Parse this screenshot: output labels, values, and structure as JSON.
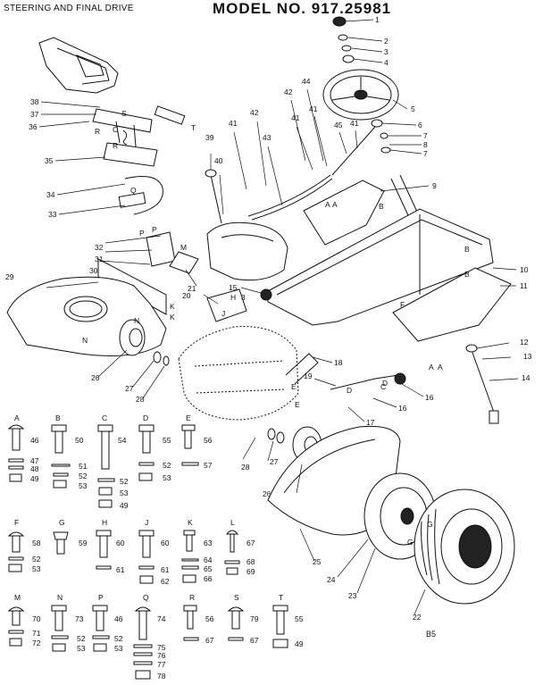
{
  "header": {
    "section_title": "STEERING AND FINAL DRIVE",
    "model_label": "MODEL NO. 917.25981"
  },
  "page_code": "B5",
  "callouts": [
    {
      "id": "c1",
      "text": "1"
    },
    {
      "id": "c2",
      "text": "2"
    },
    {
      "id": "c3",
      "text": "3"
    },
    {
      "id": "c4",
      "text": "4"
    },
    {
      "id": "c5",
      "text": "5"
    },
    {
      "id": "c6",
      "text": "6"
    },
    {
      "id": "c7a",
      "text": "7"
    },
    {
      "id": "c8",
      "text": "8"
    },
    {
      "id": "c7b",
      "text": "7"
    },
    {
      "id": "c9",
      "text": "9"
    },
    {
      "id": "c10",
      "text": "10"
    },
    {
      "id": "c11",
      "text": "11"
    },
    {
      "id": "c12",
      "text": "12"
    },
    {
      "id": "c13",
      "text": "13"
    },
    {
      "id": "c14",
      "text": "14"
    },
    {
      "id": "c15",
      "text": "15"
    },
    {
      "id": "c16a",
      "text": "16"
    },
    {
      "id": "c16b",
      "text": "16"
    },
    {
      "id": "c17",
      "text": "17"
    },
    {
      "id": "c18",
      "text": "18"
    },
    {
      "id": "c19",
      "text": "19"
    },
    {
      "id": "c20",
      "text": "20"
    },
    {
      "id": "c21",
      "text": "21"
    },
    {
      "id": "c22",
      "text": "22"
    },
    {
      "id": "c23",
      "text": "23"
    },
    {
      "id": "c24",
      "text": "24"
    },
    {
      "id": "c25",
      "text": "25"
    },
    {
      "id": "c26a",
      "text": "26"
    },
    {
      "id": "c26b",
      "text": "26"
    },
    {
      "id": "c27a",
      "text": "27"
    },
    {
      "id": "c27b",
      "text": "27"
    },
    {
      "id": "c28a",
      "text": "28"
    },
    {
      "id": "c28b",
      "text": "28"
    },
    {
      "id": "c29",
      "text": "29"
    },
    {
      "id": "c30",
      "text": "30"
    },
    {
      "id": "c31",
      "text": "31"
    },
    {
      "id": "c32",
      "text": "32"
    },
    {
      "id": "c33",
      "text": "33"
    },
    {
      "id": "c34",
      "text": "34"
    },
    {
      "id": "c35",
      "text": "35"
    },
    {
      "id": "c36",
      "text": "36"
    },
    {
      "id": "c37",
      "text": "37"
    },
    {
      "id": "c38",
      "text": "38"
    },
    {
      "id": "c39",
      "text": "39"
    },
    {
      "id": "c40",
      "text": "40"
    },
    {
      "id": "c41a",
      "text": "41"
    },
    {
      "id": "c41b",
      "text": "41"
    },
    {
      "id": "c41c",
      "text": "41"
    },
    {
      "id": "c41d",
      "text": "41"
    },
    {
      "id": "c42a",
      "text": "42"
    },
    {
      "id": "c42b",
      "text": "42"
    },
    {
      "id": "c43",
      "text": "43"
    },
    {
      "id": "c44",
      "text": "44"
    },
    {
      "id": "c45",
      "text": "45"
    }
  ],
  "diagram_letters": [
    {
      "id": "lA1",
      "text": "A"
    },
    {
      "id": "lA2",
      "text": "A"
    },
    {
      "id": "lA3",
      "text": "A"
    },
    {
      "id": "lA4",
      "text": "A"
    },
    {
      "id": "lB1",
      "text": "B"
    },
    {
      "id": "lB2",
      "text": "B"
    },
    {
      "id": "lB3",
      "text": "B"
    },
    {
      "id": "lC1",
      "text": "C"
    },
    {
      "id": "lC2",
      "text": "C"
    },
    {
      "id": "lD1",
      "text": "D"
    },
    {
      "id": "lD2",
      "text": "D"
    },
    {
      "id": "lE1",
      "text": "E"
    },
    {
      "id": "lE2",
      "text": "E"
    },
    {
      "id": "lF1",
      "text": "F"
    },
    {
      "id": "lG1",
      "text": "G"
    },
    {
      "id": "lG2",
      "text": "G"
    },
    {
      "id": "lH1",
      "text": "H"
    },
    {
      "id": "lJ1",
      "text": "J"
    },
    {
      "id": "lK1",
      "text": "K"
    },
    {
      "id": "lK2",
      "text": "K"
    },
    {
      "id": "lM1",
      "text": "M"
    },
    {
      "id": "lN1",
      "text": "N"
    },
    {
      "id": "lN2",
      "text": "N"
    },
    {
      "id": "lP1",
      "text": "P"
    },
    {
      "id": "lP2",
      "text": "P"
    },
    {
      "id": "lQ1",
      "text": "Q"
    },
    {
      "id": "lR1",
      "text": "R"
    },
    {
      "id": "lR2",
      "text": "R"
    },
    {
      "id": "lS1",
      "text": "S"
    },
    {
      "id": "lT1",
      "text": "T"
    },
    {
      "id": "l3a",
      "text": "3"
    }
  ],
  "hardware_groups": [
    {
      "letter": "A",
      "parts": [
        "46",
        "47",
        "48",
        "49"
      ]
    },
    {
      "letter": "B",
      "parts": [
        "50",
        "51",
        "52",
        "53"
      ]
    },
    {
      "letter": "C",
      "parts": [
        "54",
        "52",
        "53",
        "49"
      ]
    },
    {
      "letter": "D",
      "parts": [
        "55",
        "52",
        "53"
      ]
    },
    {
      "letter": "E",
      "parts": [
        "56",
        "57"
      ]
    },
    {
      "letter": "F",
      "parts": [
        "58",
        "52",
        "53"
      ]
    },
    {
      "letter": "G",
      "parts": [
        "59"
      ]
    },
    {
      "letter": "H",
      "parts": [
        "60",
        "61"
      ]
    },
    {
      "letter": "J",
      "parts": [
        "60",
        "61",
        "62"
      ]
    },
    {
      "letter": "K",
      "parts": [
        "63",
        "64",
        "65",
        "66"
      ]
    },
    {
      "letter": "L",
      "parts": [
        "67",
        "68",
        "69"
      ]
    },
    {
      "letter": "M",
      "parts": [
        "70",
        "71",
        "72"
      ]
    },
    {
      "letter": "N",
      "parts": [
        "73",
        "52",
        "53"
      ]
    },
    {
      "letter": "P",
      "parts": [
        "46",
        "52",
        "53"
      ]
    },
    {
      "letter": "Q",
      "parts": [
        "74",
        "75",
        "76",
        "77",
        "78"
      ]
    },
    {
      "letter": "R",
      "parts": [
        "56",
        "67"
      ]
    },
    {
      "letter": "S",
      "parts": [
        "79",
        "67"
      ]
    },
    {
      "letter": "T",
      "parts": [
        "55",
        "49"
      ]
    }
  ]
}
